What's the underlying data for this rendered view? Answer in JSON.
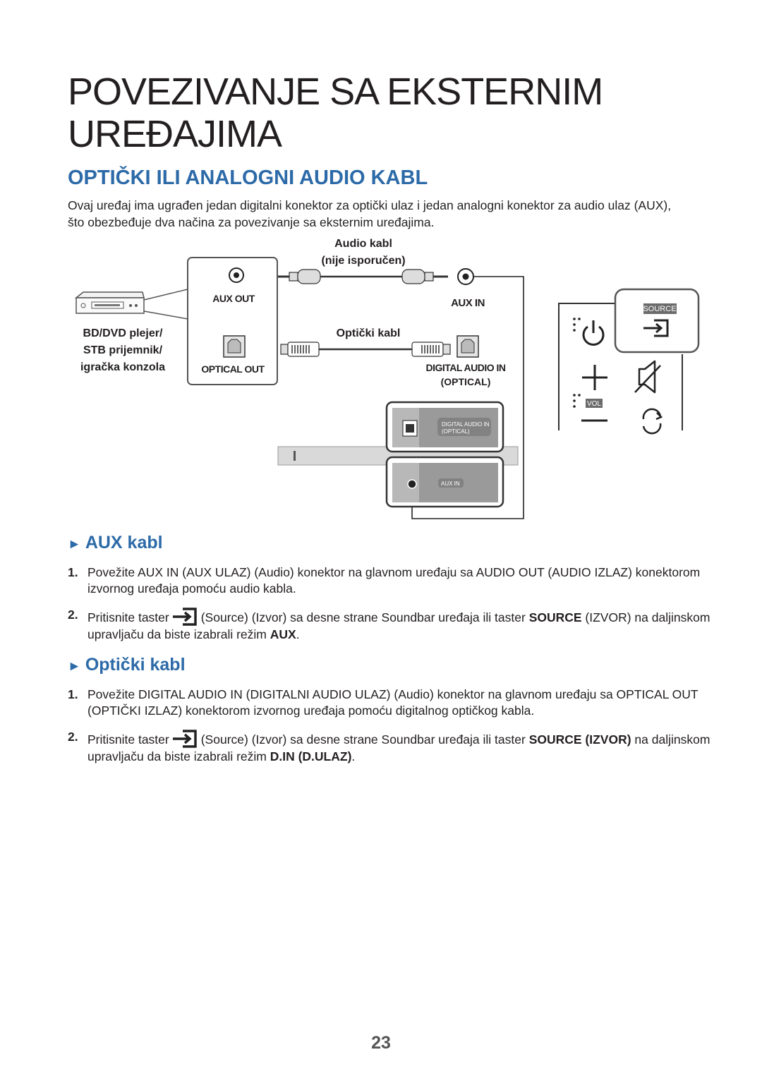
{
  "page": {
    "title_line1": "POVEZIVANJE SA EKSTERNIM",
    "title_line2": "UREĐAJIMA",
    "subtitle": "OPTIČKI ILI ANALOGNI AUDIO KABL",
    "intro_line1": "Ovaj uređaj ima ugrađen jedan digitalni konektor za optički ulaz i jedan analogni konektor za audio ulaz (AUX),",
    "intro_line2": "što obezbeđuje dva načina za povezivanje sa eksternim uređajima.",
    "page_number": "23"
  },
  "diagram": {
    "audio_cable_line1": "Audio kabl",
    "audio_cable_line2": "(nije isporučen)",
    "source_device_line1": "BD/DVD plejer/",
    "source_device_line2": "STB prijemnik/",
    "source_device_line3": "igračka konzola",
    "aux_out": "AUX OUT",
    "optical_out": "OPTICAL OUT",
    "aux_in": "AUX IN",
    "optical_cable": "Optički kabl",
    "digital_audio_in": "DIGITAL AUDIO IN",
    "optical_paren": "(OPTICAL)",
    "panel_digital_audio_in": "DIGITAL AUDIO IN",
    "panel_optical": "(OPTICAL)",
    "panel_aux_in": "AUX IN",
    "source_label": "SOURCE",
    "vol_label": "VOL"
  },
  "aux_section": {
    "heading": "AUX kabl",
    "steps": [
      {
        "num": "1.",
        "l1a": "Povežite ",
        "l1b": "AUX IN (AUX ULAZ)",
        "l1c": " (Audio) konektor na glavnom uređaju sa ",
        "l1d": "AUDIO OUT",
        "l1e": " (AUDIO IZLAZ) konektorom",
        "l2": "izvornog uređaja pomoću audio kabla."
      },
      {
        "num": "2.",
        "l1a": "Pritisnite taster",
        "l1b": "(Source) (Izvor) sa desne strane Soundbar uređaja ili taster ",
        "l1c": "SOURCE",
        "l1d": " (IZVOR) na daljinskom",
        "l2a": "upravljaču da biste izabrali režim ",
        "l2b": "AUX",
        "l2c": "."
      }
    ]
  },
  "optical_section": {
    "heading": "Optički kabl",
    "steps": [
      {
        "num": "1.",
        "l1a": "Povežite ",
        "l1b": "DIGITAL AUDIO IN (DIGITALNI AUDIO ULAZ)",
        "l1c": " (Audio) konektor na glavnom uređaju sa ",
        "l1d": "OPTICAL OUT",
        "l2": "(OPTIČKI IZLAZ) konektorom izvornog uređaja pomoću digitalnog optičkog kabla."
      },
      {
        "num": "2.",
        "l1a": "Pritisnite taster",
        "l1b": "(Source) (Izvor) sa desne strane Soundbar uređaja ili taster ",
        "l1c": "SOURCE (IZVOR)",
        "l1d": " na daljinskom",
        "l2a": "upravljaču da biste izabrali režim ",
        "l2b": "D.IN (D.ULAZ)",
        "l2c": "."
      }
    ]
  }
}
